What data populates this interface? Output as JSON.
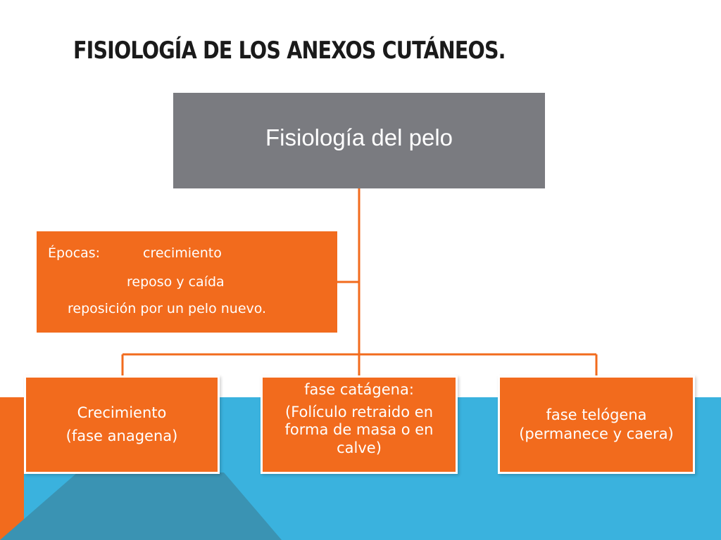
{
  "slide": {
    "title": "FISIOLOGÍA DE LOS ANEXOS CUTÁNEOS."
  },
  "diagram": {
    "root": {
      "label": "Fisiología del pelo"
    },
    "assistant": {
      "line1_label": "Épocas:",
      "line1_value": "crecimiento",
      "line2": "reposo y caída",
      "line3": "reposición por un pelo nuevo."
    },
    "children": [
      {
        "line1": "Crecimiento",
        "line2": "(fase anagena)"
      },
      {
        "line1": "fase catágena:",
        "line2": "(Folículo retraido en",
        "line3": "forma de masa o en",
        "line4": "calve)"
      },
      {
        "line1": "fase telógena",
        "line2": "(permanece y caera)"
      }
    ]
  },
  "colors": {
    "root_fill": "#7a7b80",
    "node_fill": "#f26b1d",
    "connector": "#f26b1d",
    "background_blue": "#3ab2de",
    "background_orange": "#f26b1d",
    "background_teal": "#3a93b3"
  }
}
